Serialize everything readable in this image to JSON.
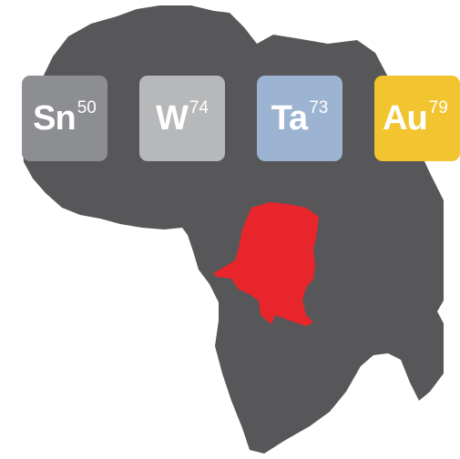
{
  "tiles": [
    {
      "symbol": "Sn",
      "number": "50",
      "color": "#8d8e91"
    },
    {
      "symbol": "W",
      "number": "74",
      "color": "#b7b8ba"
    },
    {
      "symbol": "Ta",
      "number": "73",
      "color": "#9cb3d1"
    },
    {
      "symbol": "Au",
      "number": "79",
      "color": "#f2c530"
    }
  ],
  "map": {
    "continent_color": "#575759",
    "highlight_color": "#e8252b",
    "highlight_region": "Democratic Republic of the Congo"
  }
}
